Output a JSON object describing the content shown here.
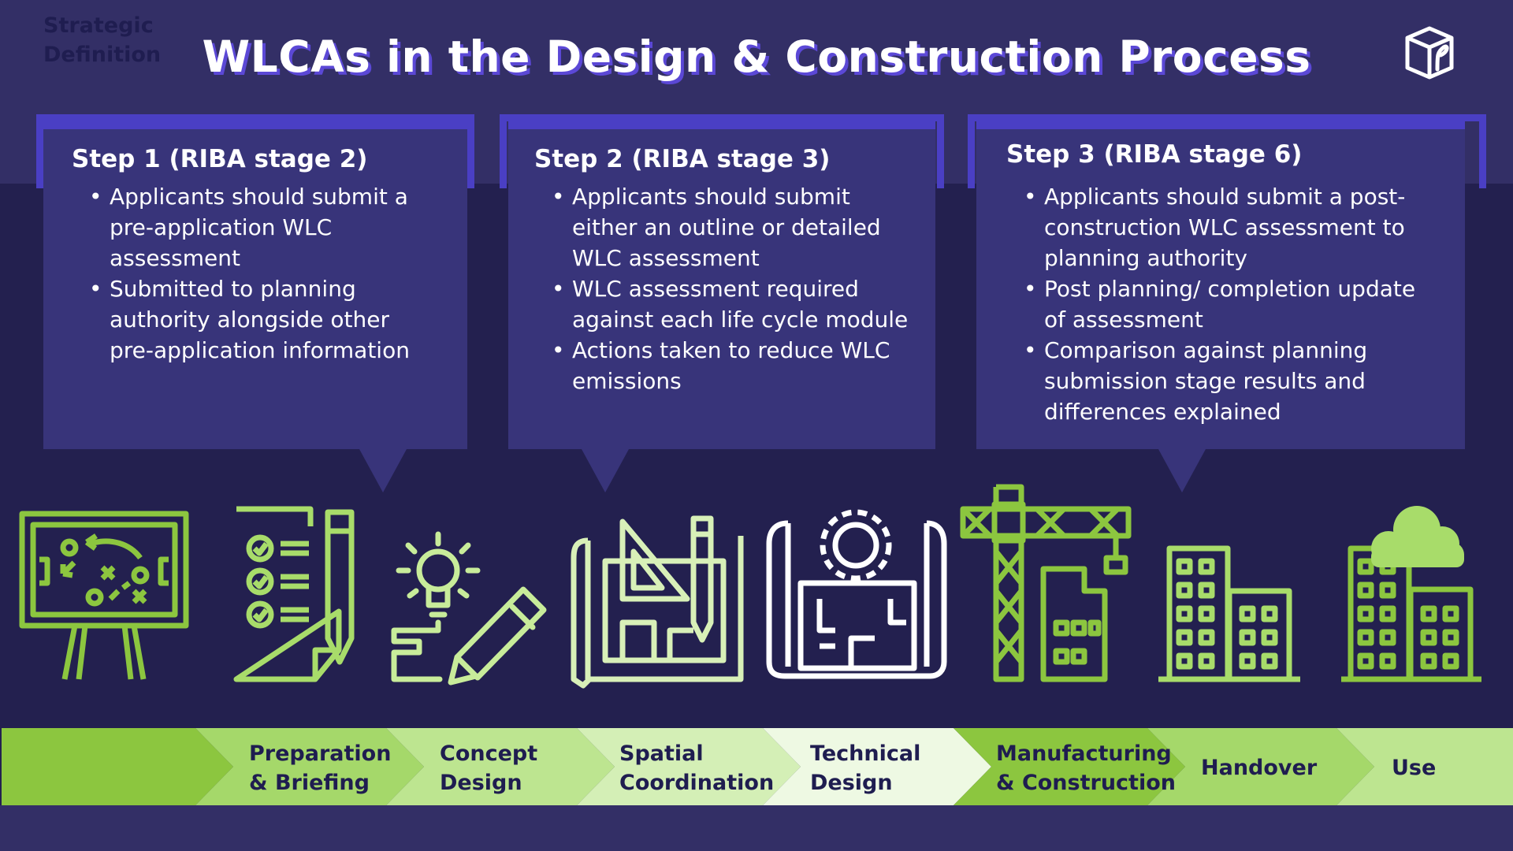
{
  "title": "WLCAs in the Design & Construction Process",
  "steps": [
    {
      "heading": "Step 1 (RIBA stage 2)",
      "bullets": [
        "Applicants should submit a pre-application WLC assessment",
        "Submitted to planning authority alongside other pre-application information"
      ]
    },
    {
      "heading": "Step 2 (RIBA stage 3)",
      "bullets": [
        "Applicants should submit either an outline or detailed WLC assessment",
        "WLC assessment required against each life cycle module",
        "Actions taken to reduce WLC emissions"
      ]
    },
    {
      "heading": "Step 3 (RIBA stage 6)",
      "bullets": [
        "Applicants should submit a post-construction WLC assessment to planning authority",
        "Post planning/ completion update of assessment",
        "Comparison against planning submission stage results and differences explained"
      ]
    }
  ],
  "stages": [
    {
      "line1": "Strategic",
      "line2": "Definition"
    },
    {
      "line1": "Preparation",
      "line2": "& Briefing"
    },
    {
      "line1": "Concept",
      "line2": "Design"
    },
    {
      "line1": "Spatial",
      "line2": "Coordination"
    },
    {
      "line1": "Technical",
      "line2": "Design"
    },
    {
      "line1": "Manufacturing",
      "line2": "& Construction"
    },
    {
      "line1": "Handover",
      "line2": ""
    },
    {
      "line1": "Use",
      "line2": ""
    }
  ],
  "colors": {
    "background": "#23204f",
    "band": "#332f66",
    "card": "#38347a",
    "card_border": "#4a3fc4",
    "icon_green": "#8cc63f",
    "icon_light": "#d8f0b8",
    "stage_text": "#1f1d50"
  },
  "icons": [
    "strategy-board-icon",
    "checklist-icon",
    "lightbulb-pencil-icon",
    "blueprint-ruler-icon",
    "blueprint-gear-icon",
    "crane-building-icon",
    "buildings-icon",
    "buildings-cloud-icon"
  ]
}
